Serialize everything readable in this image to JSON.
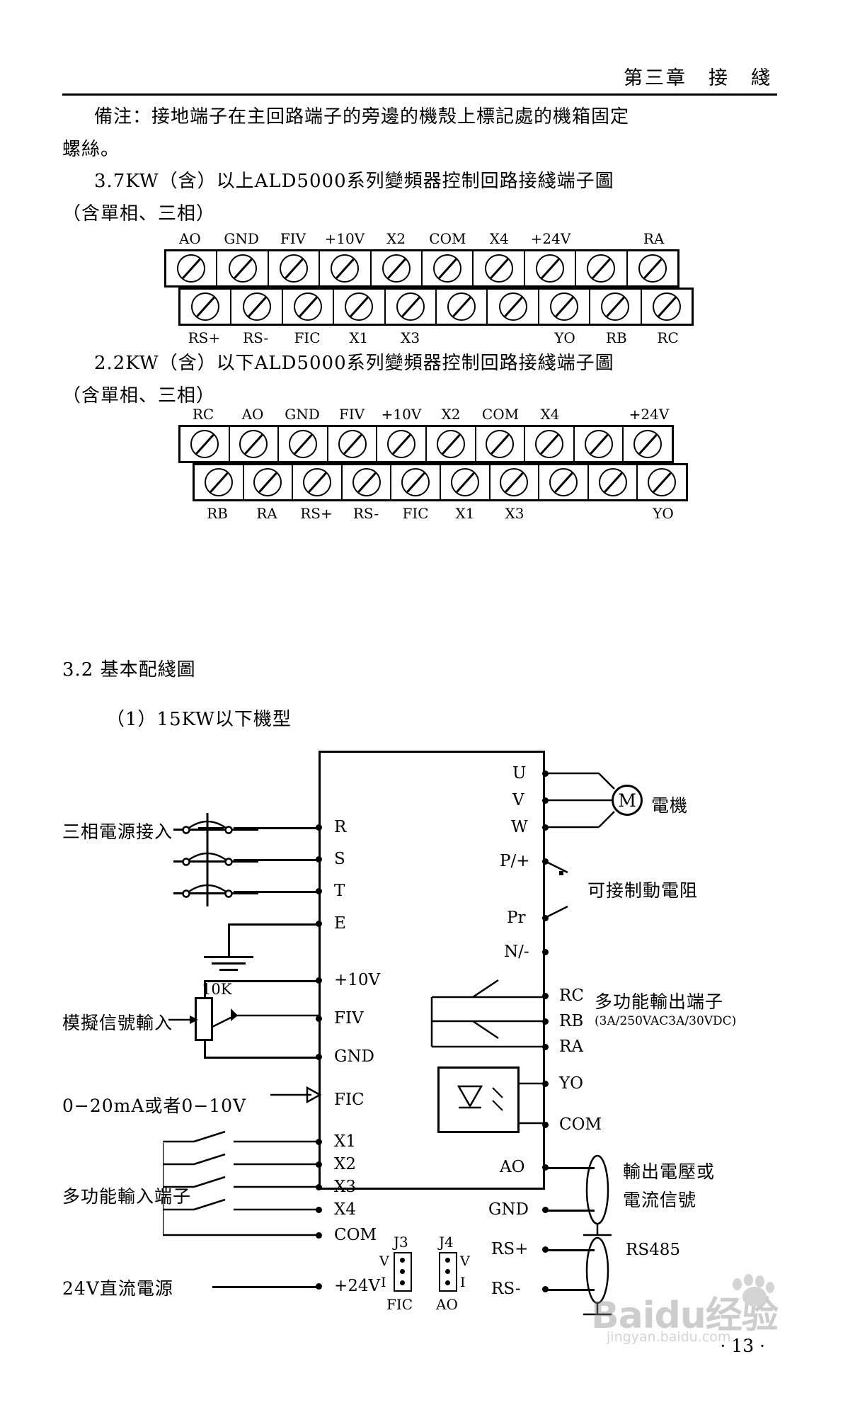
{
  "header": {
    "chapter_title": "第三章　接　綫"
  },
  "body": {
    "note_line1": "備注：接地端子在主回路端子的旁邊的機殼上標記處的機箱固定",
    "note_line2": "螺絲。",
    "heading_37kw_line1": "3.7KW（含）以上ALD5000系列變頻器控制回路接綫端子圖",
    "heading_37kw_line2": "（含單相、三相）",
    "heading_22kw_line1": "2.2KW（含）以下ALD5000系列變頻器控制回路接綫端子圖",
    "heading_22kw_line2": "（含單相、三相）",
    "section_32": "3.2  基本配綫圖",
    "subsection_1": "（1）15KW以下機型"
  },
  "terminal_block_37kw": {
    "top_labels": [
      "AO",
      "GND",
      "FIV",
      "+10V",
      "X2",
      "COM",
      "X4",
      "+24V",
      "",
      "RA"
    ],
    "bottom_labels": [
      "RS+",
      "RS-",
      "FIC",
      "X1",
      "X3",
      "",
      "",
      "YO",
      "RB",
      "RC"
    ],
    "top_cells": 10,
    "bottom_cells": 10
  },
  "terminal_block_22kw": {
    "top_labels": [
      "RC",
      "AO",
      "GND",
      "FIV",
      "+10V",
      "X2",
      "COM",
      "X4",
      "",
      "+24V"
    ],
    "bottom_labels": [
      "RB",
      "RA",
      "RS+",
      "RS-",
      "FIC",
      "X1",
      "X3",
      "",
      "",
      "YO"
    ],
    "top_cells": 10,
    "bottom_cells": 10
  },
  "wiring_diagram": {
    "left_terminals": [
      "R",
      "S",
      "T",
      "E",
      "+10V",
      "FIV",
      "GND",
      "FIC",
      "X1",
      "X2",
      "X3",
      "X4",
      "COM",
      "+24V"
    ],
    "right_terminals": [
      "U",
      "V",
      "W",
      "P/+",
      "Pr",
      "N/-",
      "RC",
      "RB",
      "RA",
      "YO",
      "COM",
      "AO",
      "GND",
      "RS+",
      "RS-"
    ],
    "left_labels": {
      "power_input": "三相電源接入",
      "analog_input": "模擬信號輸入",
      "pot_value": "10K",
      "current_input": "0−20mA或者0−10V",
      "multi_input": "多功能輸入端子",
      "dc_supply": "24V直流電源"
    },
    "right_labels": {
      "motor": "電機",
      "motor_symbol": "M",
      "brake_resistor": "可接制動電阻",
      "multi_output": "多功能輸出端子",
      "relay_rating": "(3A/250VAC3A/30VDC)",
      "analog_output": "輸出電壓或",
      "analog_output2": "電流信號",
      "rs485": "RS485"
    },
    "jumpers": {
      "j3_label": "J3",
      "j4_label": "J4",
      "j3_caption": "FIC",
      "j4_caption": "AO",
      "j3_top": "V",
      "j3_bottom": "I",
      "j4_top": "V",
      "j4_bottom": "I"
    }
  },
  "watermark": {
    "main": "Baidu经验",
    "sub": "jingyan.baidu.com"
  },
  "page_number": "· 13 ·"
}
